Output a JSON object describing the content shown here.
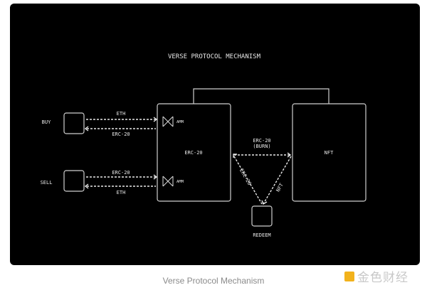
{
  "diagram": {
    "title": "VERSE PROTOCOL MECHANISM",
    "buy_label": "BUY",
    "sell_label": "SELL",
    "buy_in": "ETH",
    "buy_out": "ERC-20",
    "sell_in": "ERC-20",
    "sell_out": "ETH",
    "amm_label": "AMM",
    "erc20_box": "ERC-20",
    "nft_box": "NFT",
    "burn_line1": "ERC-20",
    "burn_line2": "(BURN)",
    "redeem_left": "ERC-20",
    "redeem_right": "NFT",
    "redeem_label": "REDEEM"
  },
  "caption": "Verse Protocol Mechanism",
  "watermark": "金色财经"
}
